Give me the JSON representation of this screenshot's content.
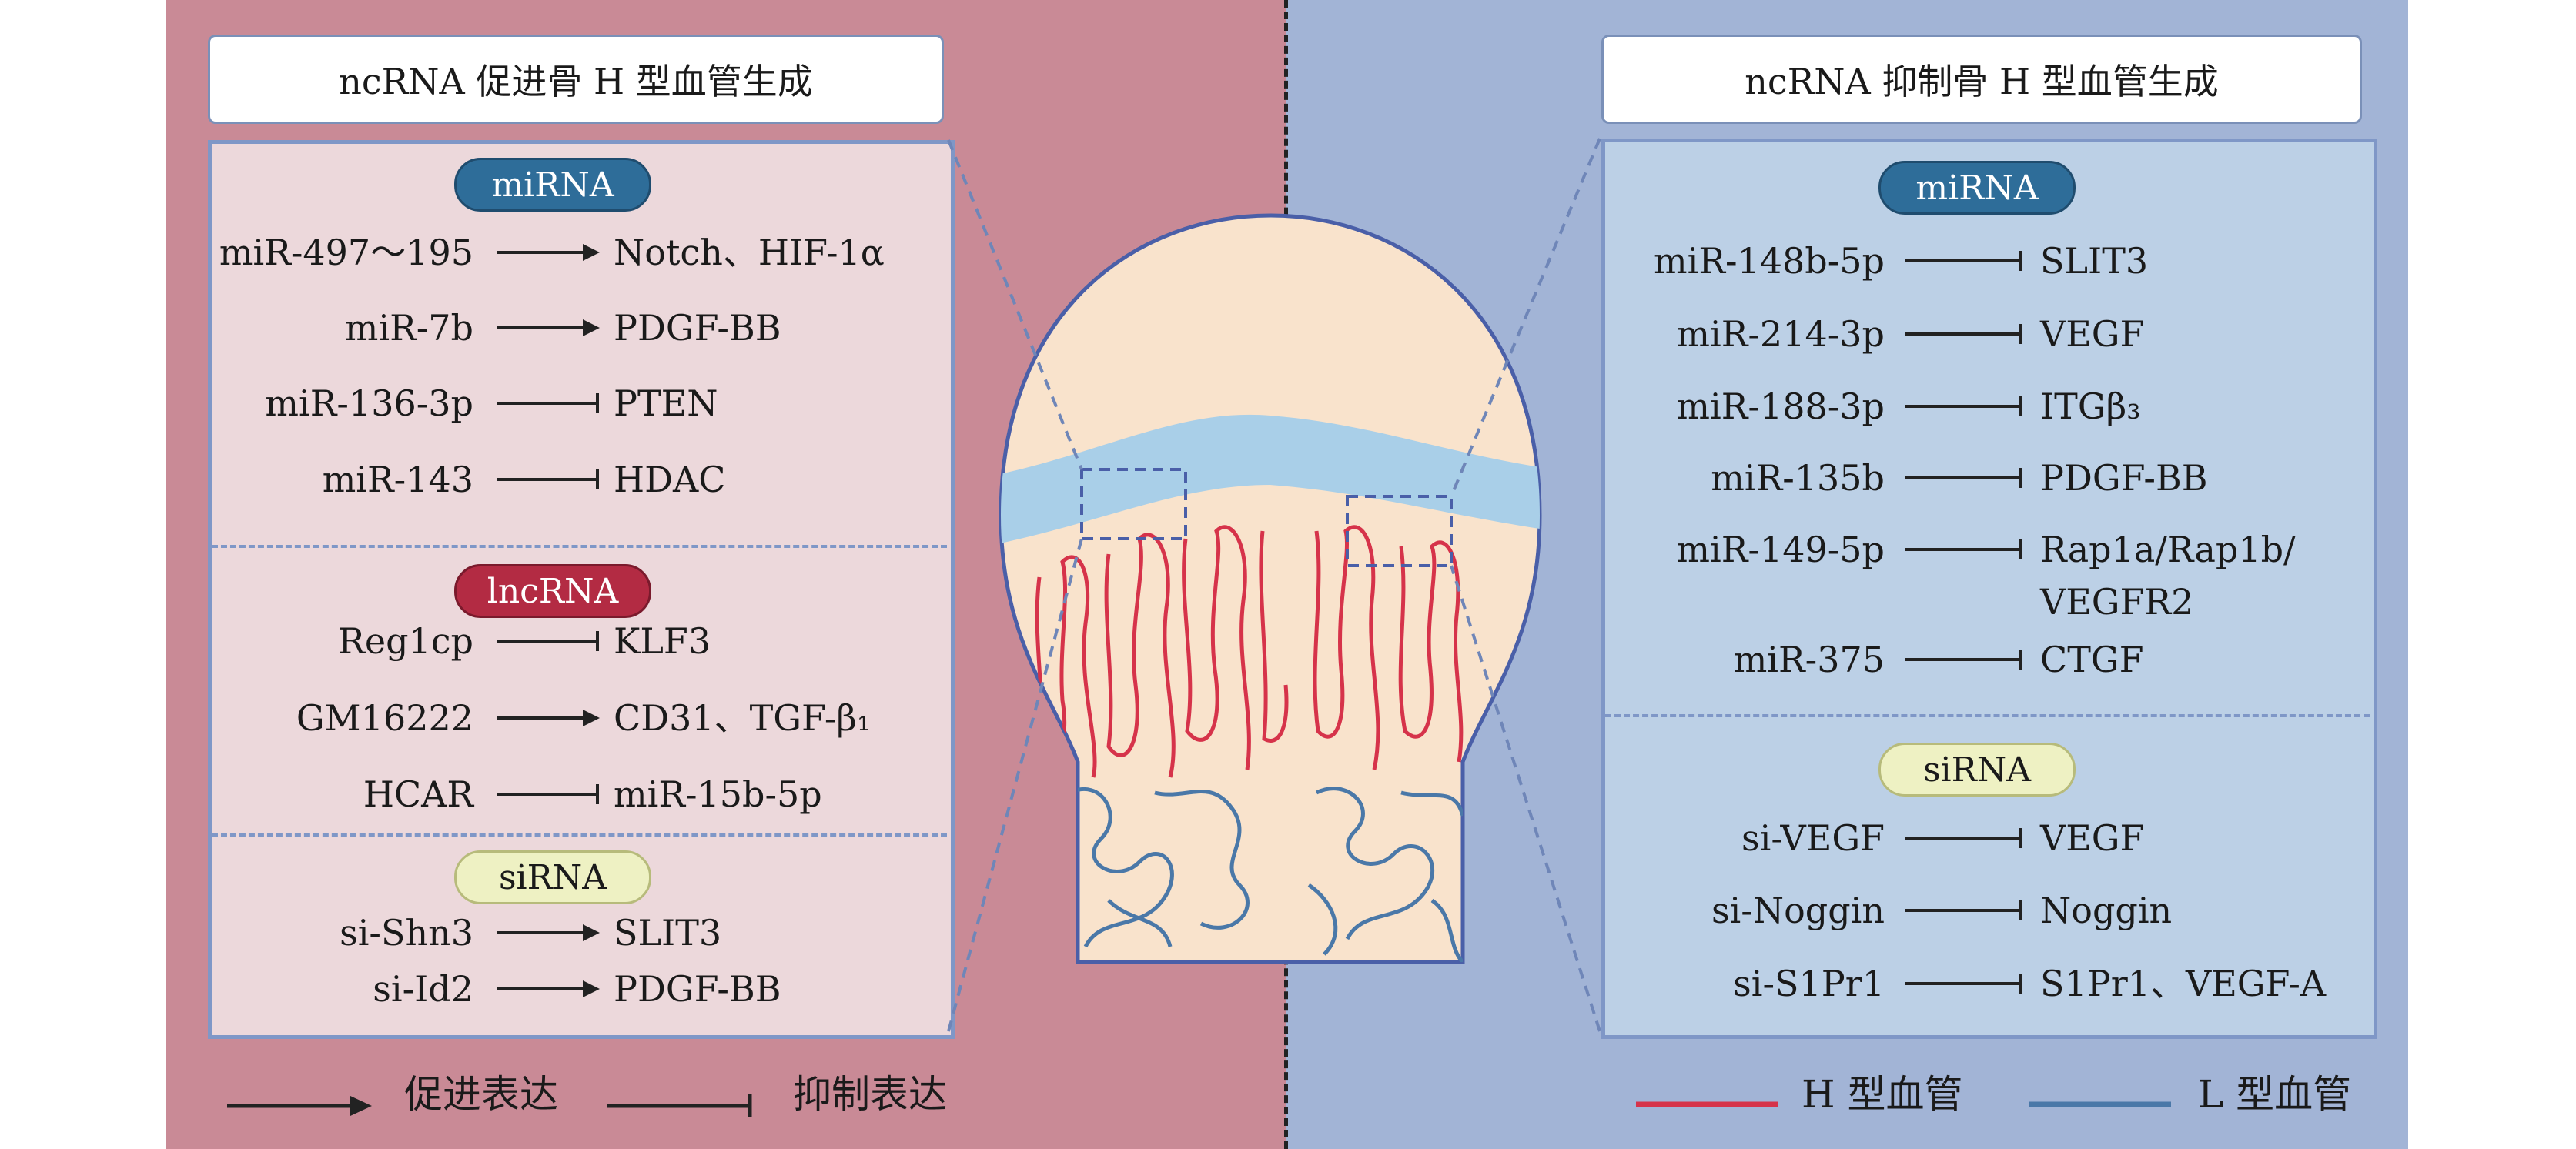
{
  "left": {
    "title": "ncRNA 促进骨 H 型血管生成",
    "sections": [
      {
        "tag": "miRNA",
        "rows": [
          {
            "src": "miR-497～195",
            "kind": "promote",
            "target": "Notch、HIF-1α"
          },
          {
            "src": "miR-7b",
            "kind": "promote",
            "target": "PDGF-BB"
          },
          {
            "src": "miR-136-3p",
            "kind": "inhibit",
            "target": "PTEN"
          },
          {
            "src": "miR-143",
            "kind": "inhibit",
            "target": "HDAC"
          }
        ]
      },
      {
        "tag": "lncRNA",
        "rows": [
          {
            "src": "Reg1cp",
            "kind": "inhibit",
            "target": "KLF3"
          },
          {
            "src": "GM16222",
            "kind": "promote",
            "target": "CD31、TGF-β₁"
          },
          {
            "src": "HCAR",
            "kind": "inhibit",
            "target": "miR-15b-5p"
          }
        ]
      },
      {
        "tag": "siRNA",
        "rows": [
          {
            "src": "si-Shn3",
            "kind": "promote",
            "target": "SLIT3"
          },
          {
            "src": "si-Id2",
            "kind": "promote",
            "target": "PDGF-BB"
          }
        ]
      }
    ]
  },
  "right": {
    "title": "ncRNA 抑制骨 H 型血管生成",
    "sections": [
      {
        "tag": "miRNA",
        "rows": [
          {
            "src": "miR-148b-5p",
            "kind": "inhibit",
            "target": "SLIT3"
          },
          {
            "src": "miR-214-3p",
            "kind": "inhibit",
            "target": "VEGF"
          },
          {
            "src": "miR-188-3p",
            "kind": "inhibit",
            "target": "ITGβ₃"
          },
          {
            "src": "miR-135b",
            "kind": "inhibit",
            "target": "PDGF-BB"
          },
          {
            "src": "miR-149-5p",
            "kind": "inhibit",
            "target": "Rap1a/Rap1b/",
            "target2": "VEGFR2"
          },
          {
            "src": "miR-375",
            "kind": "inhibit",
            "target": "CTGF"
          }
        ]
      },
      {
        "tag": "siRNA",
        "rows": [
          {
            "src": "si-VEGF",
            "kind": "inhibit",
            "target": "VEGF"
          },
          {
            "src": "si-Noggin",
            "kind": "inhibit",
            "target": "Noggin"
          },
          {
            "src": "si-S1Pr1",
            "kind": "inhibit",
            "target": "S1Pr1、VEGF-A"
          }
        ]
      }
    ]
  },
  "legend": {
    "promote": "促进表达",
    "inhibit": "抑制表达",
    "h_vessel": "H 型血管",
    "l_vessel": "L 型血管"
  },
  "colors": {
    "left_bg": "#c98a96",
    "right_bg": "#a2b4d6",
    "h_vessel": "#d6334a",
    "l_vessel": "#4a78a8",
    "growth_plate": "#a9cfe8",
    "epiphysis": "#f9e3cc"
  }
}
